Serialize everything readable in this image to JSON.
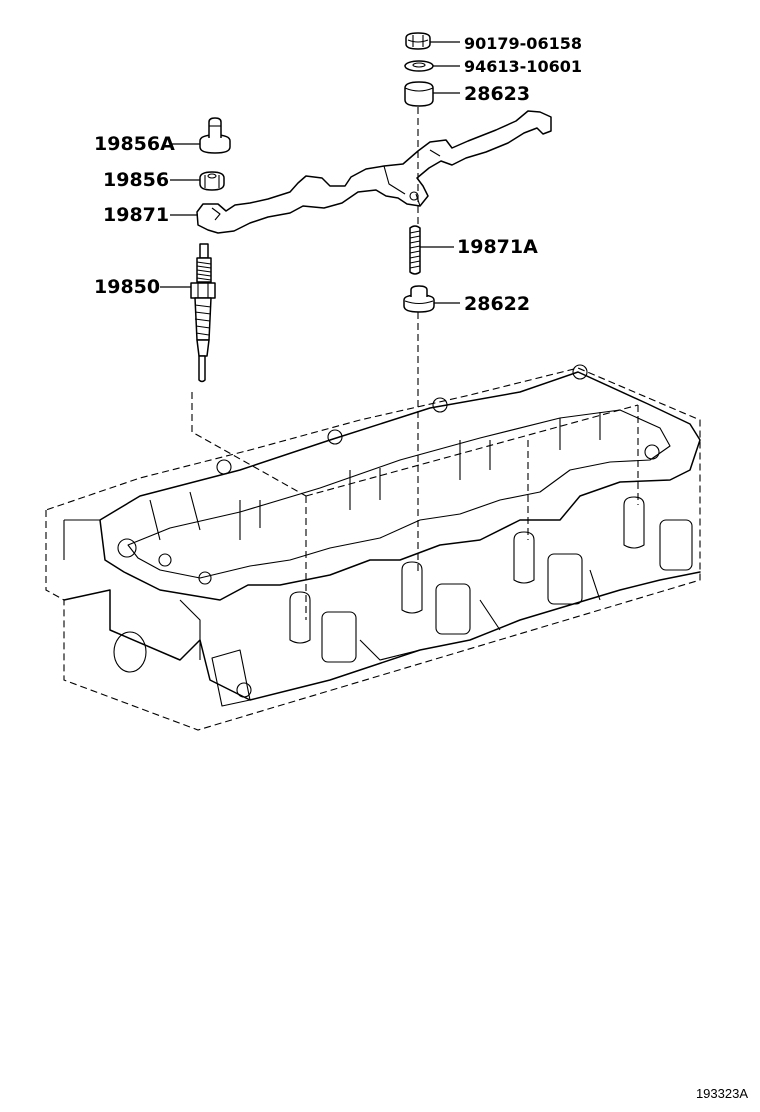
{
  "diagram": {
    "parts": [
      {
        "id": "p1",
        "label": "90179-06158"
      },
      {
        "id": "p2",
        "label": "94613-10601"
      },
      {
        "id": "p3",
        "label": "28623"
      },
      {
        "id": "p4",
        "label": "19856A"
      },
      {
        "id": "p5",
        "label": "19856"
      },
      {
        "id": "p6",
        "label": "19871"
      },
      {
        "id": "p7",
        "label": "19871A"
      },
      {
        "id": "p8",
        "label": "19850"
      },
      {
        "id": "p9",
        "label": "28622"
      }
    ],
    "figure_id": "193323A"
  }
}
